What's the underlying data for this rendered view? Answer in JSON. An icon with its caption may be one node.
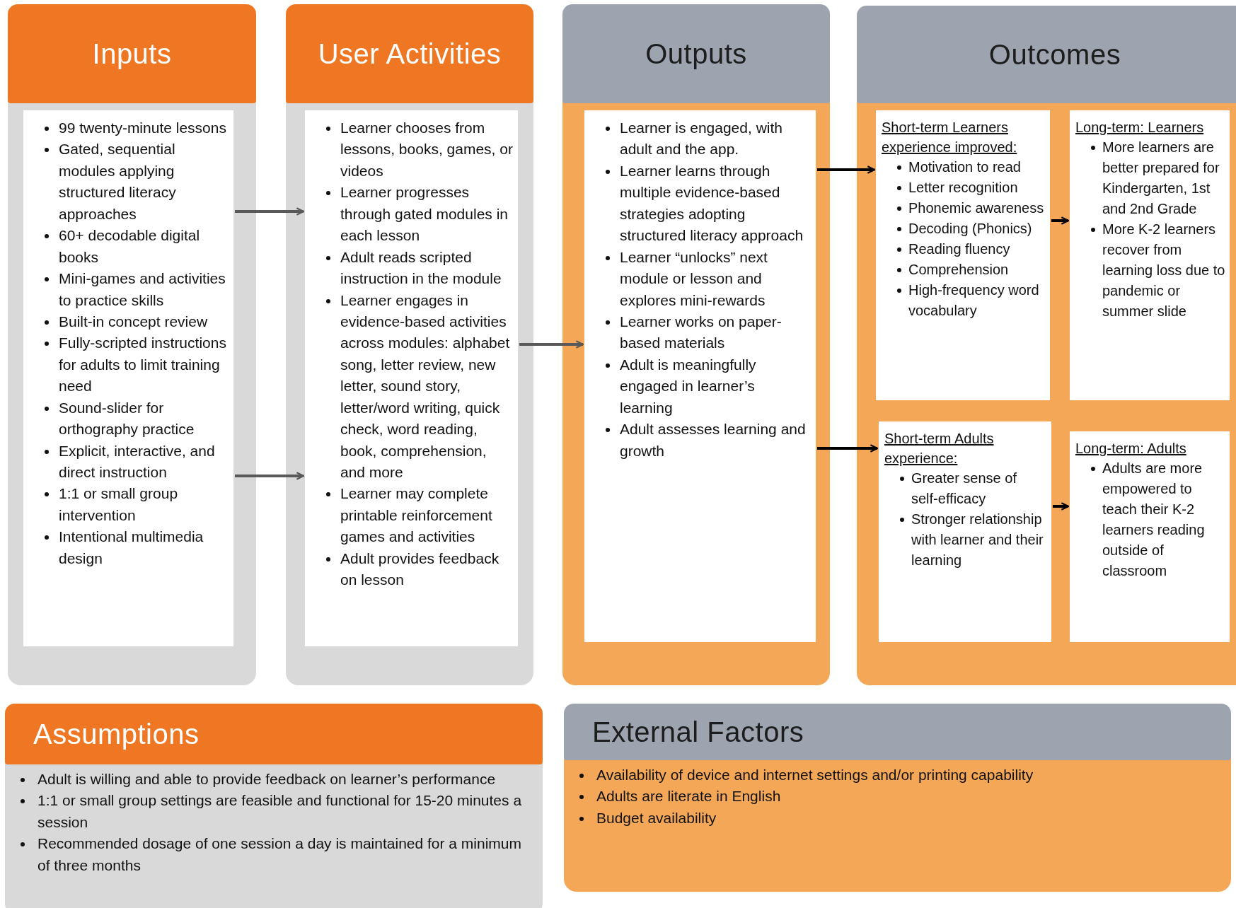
{
  "diagram": {
    "nodes": [
      {
        "text": [
          "Inputs"
        ]
      },
      {
        "text": [
          "99 twenty-minute lessons",
          "Gated, sequential modules applying structured literacy approaches",
          "60+ decodable digital books",
          "Mini-games and activities to practice skills",
          "Built-in concept review",
          "Fully-scripted instructions for adults to limit training need",
          "Sound-slider for orthography practice",
          "Explicit, interactive, and direct instruction",
          "1:1 or small group intervention",
          "Intentional multimedia design"
        ],
        "in": 0
      },
      {
        "text": [
          "User Activities"
        ]
      },
      {
        "text": [
          "Learner chooses from lessons, books, games, or videos",
          "Learner progresses through gated modules in each lesson",
          "Adult reads scripted instruction in the module",
          "Learner engages in evidence-based activities across modules: alphabet song, letter review, new letter, sound story, letter/word writing, quick check, word reading, book, comprehension, and more",
          "Learner may complete printable reinforcement games and activities",
          "Adult provides feedback on lesson"
        ],
        "in": 2
      },
      {
        "text": [
          "Outputs"
        ]
      },
      {
        "text": [
          "Learner is engaged, with adult and the app.",
          "Learner learns through multiple evidence-based strategies adopting structured literacy approach",
          "Learner “unlocks” next module or lesson and explores mini-rewards",
          "Learner works on paper-based materials",
          "Adult is meaningfully engaged in learner’s learning",
          "Adult assesses learning and growth"
        ],
        "in": 4
      },
      {
        "text": [
          "Outcomes"
        ]
      },
      {
        "text": [
          "Short-term Learners experience improved:",
          "Motivation to read",
          "Letter recognition",
          "Phonemic awareness",
          "Decoding (Phonics)",
          "Reading fluency",
          "Comprehension",
          "High-frequency word vocabulary"
        ],
        "in": 6
      },
      {
        "text": [
          "Long-term: Learners",
          "More learners are better prepared for Kindergarten, 1st and 2nd Grade",
          "More K-2 learners recover from learning loss due to pandemic or summer slide"
        ],
        "in": 6
      },
      {
        "text": [
          "Short-term Adults experience:",
          "Greater sense of self-efficacy",
          "Stronger relationship with learner and their learning"
        ],
        "in": 6
      },
      {
        "text": [
          "Long-term: Adults",
          "Adults are more empowered to teach their K-2 learners reading outside of classroom"
        ],
        "in": 6
      },
      {
        "text": [
          "Assumptions",
          "Adult is willing and able to provide feedback on learner’s performance",
          "1:1 or small group settings are feasible and functional for 15-20 minutes a session",
          "Recommended dosage of one session a day is maintained for a minimum of three months"
        ]
      },
      {
        "text": [
          "External Factors",
          "Availability of device and internet settings and/or printing capability",
          "Adults are literate in English",
          "Budget availability"
        ]
      }
    ],
    "edges": [
      {
        "from": 1,
        "to": 3,
        "arrow": "to",
        "color": "#595959"
      },
      {
        "from": 1,
        "to": 3,
        "arrow": "to",
        "color": "#595959"
      },
      {
        "from": 3,
        "to": 5,
        "arrow": "to",
        "color": "#595959"
      },
      {
        "from": 5,
        "to": 7,
        "arrow": "to"
      },
      {
        "from": 5,
        "to": 9,
        "arrow": "to"
      },
      {
        "from": 7,
        "to": 8,
        "arrow": "to"
      },
      {
        "from": 9,
        "to": 10,
        "arrow": "to"
      }
    ]
  }
}
